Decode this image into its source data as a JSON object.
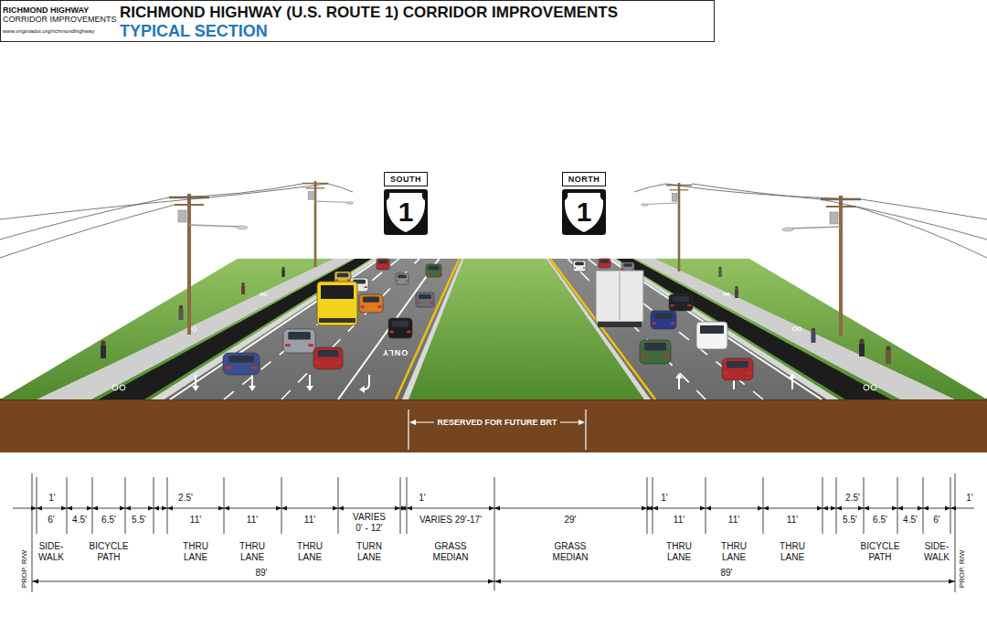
{
  "diagram": {
    "title": "RICHMOND HIGHWAY (U.S. ROUTE 1) CORRIDOR IMPROVEMENTS",
    "nodes": [
      {
        "text": [
          "SOUTH",
          "1"
        ]
      },
      {
        "text": [
          "NORTH",
          "1"
        ]
      }
    ],
    "labels": [
      "RICHMOND HIGHWAY",
      "CORRIDOR IMPROVEMENTS",
      "www.virginiadot.org/richmondhighway",
      "TYPICAL SECTION",
      "ONLY",
      "RESERVED FOR FUTURE BRT",
      "1'",
      "6'",
      "4.5'",
      "6.5'",
      "5.5'",
      "2.5'",
      "11'",
      "11'",
      "11'",
      "VARIES 0' - 12'",
      "1'",
      "VARIES 29'-17'",
      "29'",
      "1'",
      "11'",
      "11'",
      "11'",
      "2.5'",
      "5.5'",
      "6.5'",
      "4.5'",
      "6'",
      "1'",
      "SIDE- WALK",
      "BICYCLE PATH",
      "THRU LANE",
      "THRU LANE",
      "THRU LANE",
      "TURN LANE",
      "GRASS MEDIAN",
      "GRASS MEDIAN",
      "THRU LANE",
      "THRU LANE",
      "THRU LANE",
      "BICYCLE PATH",
      "SIDE- WALK",
      "89'",
      "89'",
      "PROP. R/W",
      "PROP. R/W"
    ]
  }
}
